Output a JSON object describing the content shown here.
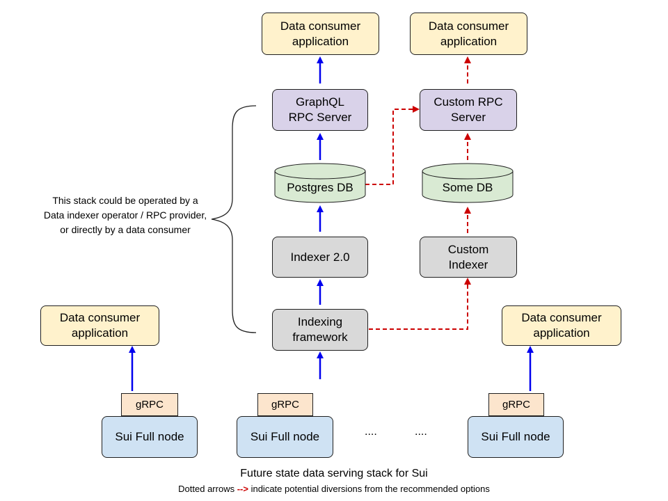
{
  "consumers": {
    "top_left": "Data consumer\napplication",
    "top_right": "Data consumer\napplication",
    "bottom_left": "Data consumer\napplication",
    "bottom_right": "Data consumer\napplication"
  },
  "servers": {
    "graphql": "GraphQL\nRPC Server",
    "custom_rpc": "Custom RPC\nServer"
  },
  "databases": {
    "postgres": "Postgres DB",
    "some_db": "Some DB"
  },
  "indexers": {
    "indexer_2": "Indexer 2.0",
    "custom": "Custom\nIndexer",
    "framework": "Indexing\nframework"
  },
  "grpc_label": "gRPC",
  "node_label": "Sui Full node",
  "ellipsis": "....",
  "note": "This stack could be operated by a Data indexer operator / RPC provider, or directly by a data consumer",
  "caption": {
    "title": "Future state data serving stack for Sui",
    "subtitle_before": "Dotted arrows",
    "subtitle_arrow": "-->",
    "subtitle_after": "indicate potential diversions from the recommended options"
  },
  "colors": {
    "solid_arrow": "#0000ee",
    "dashed_arrow": "#cc0000",
    "consumer_fill": "#fff2cc",
    "rpc_fill": "#d9d2e9",
    "indexer_fill": "#d9d9d9",
    "node_fill": "#cfe2f3",
    "grpc_fill": "#fce5cd",
    "db_fill": "#d9ead3"
  }
}
